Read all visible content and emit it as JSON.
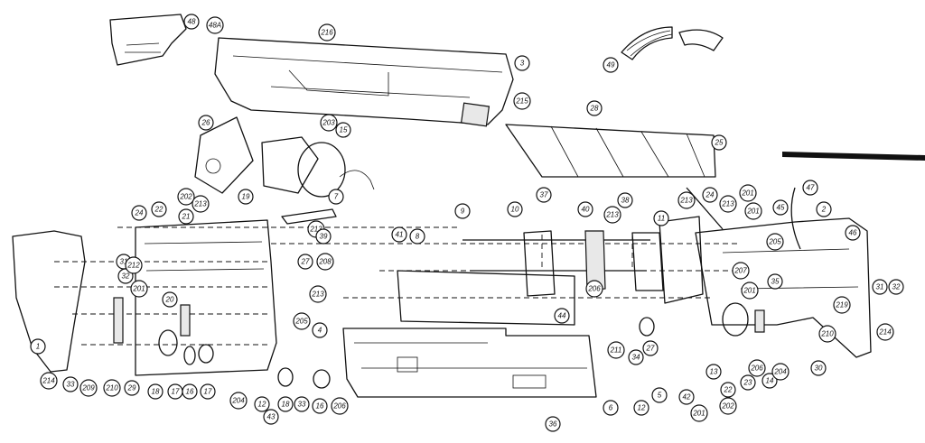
{
  "diagram": {
    "callouts": [
      {
        "label": "48"
      },
      {
        "label": "48A"
      },
      {
        "label": "216"
      },
      {
        "label": "3"
      },
      {
        "label": "49"
      },
      {
        "label": "215"
      },
      {
        "label": "28"
      },
      {
        "label": "25"
      },
      {
        "label": "26"
      },
      {
        "label": "203"
      },
      {
        "label": "15"
      },
      {
        "label": "7"
      },
      {
        "label": "19"
      },
      {
        "label": "202"
      },
      {
        "label": "213"
      },
      {
        "label": "21"
      },
      {
        "label": "22"
      },
      {
        "label": "24"
      },
      {
        "label": "31"
      },
      {
        "label": "32"
      },
      {
        "label": "1"
      },
      {
        "label": "212"
      },
      {
        "label": "201"
      },
      {
        "label": "20"
      },
      {
        "label": "213"
      },
      {
        "label": "27"
      },
      {
        "label": "208"
      },
      {
        "label": "39"
      },
      {
        "label": "41"
      },
      {
        "label": "8"
      },
      {
        "label": "9"
      },
      {
        "label": "10"
      },
      {
        "label": "37"
      },
      {
        "label": "40"
      },
      {
        "label": "38"
      },
      {
        "label": "213"
      },
      {
        "label": "11"
      },
      {
        "label": "213"
      },
      {
        "label": "24"
      },
      {
        "label": "213"
      },
      {
        "label": "201"
      },
      {
        "label": "201"
      },
      {
        "label": "45"
      },
      {
        "label": "47"
      },
      {
        "label": "2"
      },
      {
        "label": "46"
      },
      {
        "label": "205"
      },
      {
        "label": "207"
      },
      {
        "label": "35"
      },
      {
        "label": "219"
      },
      {
        "label": "31"
      },
      {
        "label": "32"
      },
      {
        "label": "201"
      },
      {
        "label": "206"
      },
      {
        "label": "44"
      },
      {
        "label": "205"
      },
      {
        "label": "4"
      },
      {
        "label": "213"
      },
      {
        "label": "211"
      },
      {
        "label": "34"
      },
      {
        "label": "27"
      },
      {
        "label": "5"
      },
      {
        "label": "12"
      },
      {
        "label": "42"
      },
      {
        "label": "201"
      },
      {
        "label": "13"
      },
      {
        "label": "22"
      },
      {
        "label": "202"
      },
      {
        "label": "206"
      },
      {
        "label": "23"
      },
      {
        "label": "14"
      },
      {
        "label": "204"
      },
      {
        "label": "210"
      },
      {
        "label": "30"
      },
      {
        "label": "214"
      },
      {
        "label": "214"
      },
      {
        "label": "33"
      },
      {
        "label": "209"
      },
      {
        "label": "210"
      },
      {
        "label": "29"
      },
      {
        "label": "18"
      },
      {
        "label": "17"
      },
      {
        "label": "16"
      },
      {
        "label": "17"
      },
      {
        "label": "204"
      },
      {
        "label": "12"
      },
      {
        "label": "43"
      },
      {
        "label": "18"
      },
      {
        "label": "33"
      },
      {
        "label": "16"
      },
      {
        "label": "206"
      },
      {
        "label": "36"
      },
      {
        "label": "6"
      }
    ]
  }
}
